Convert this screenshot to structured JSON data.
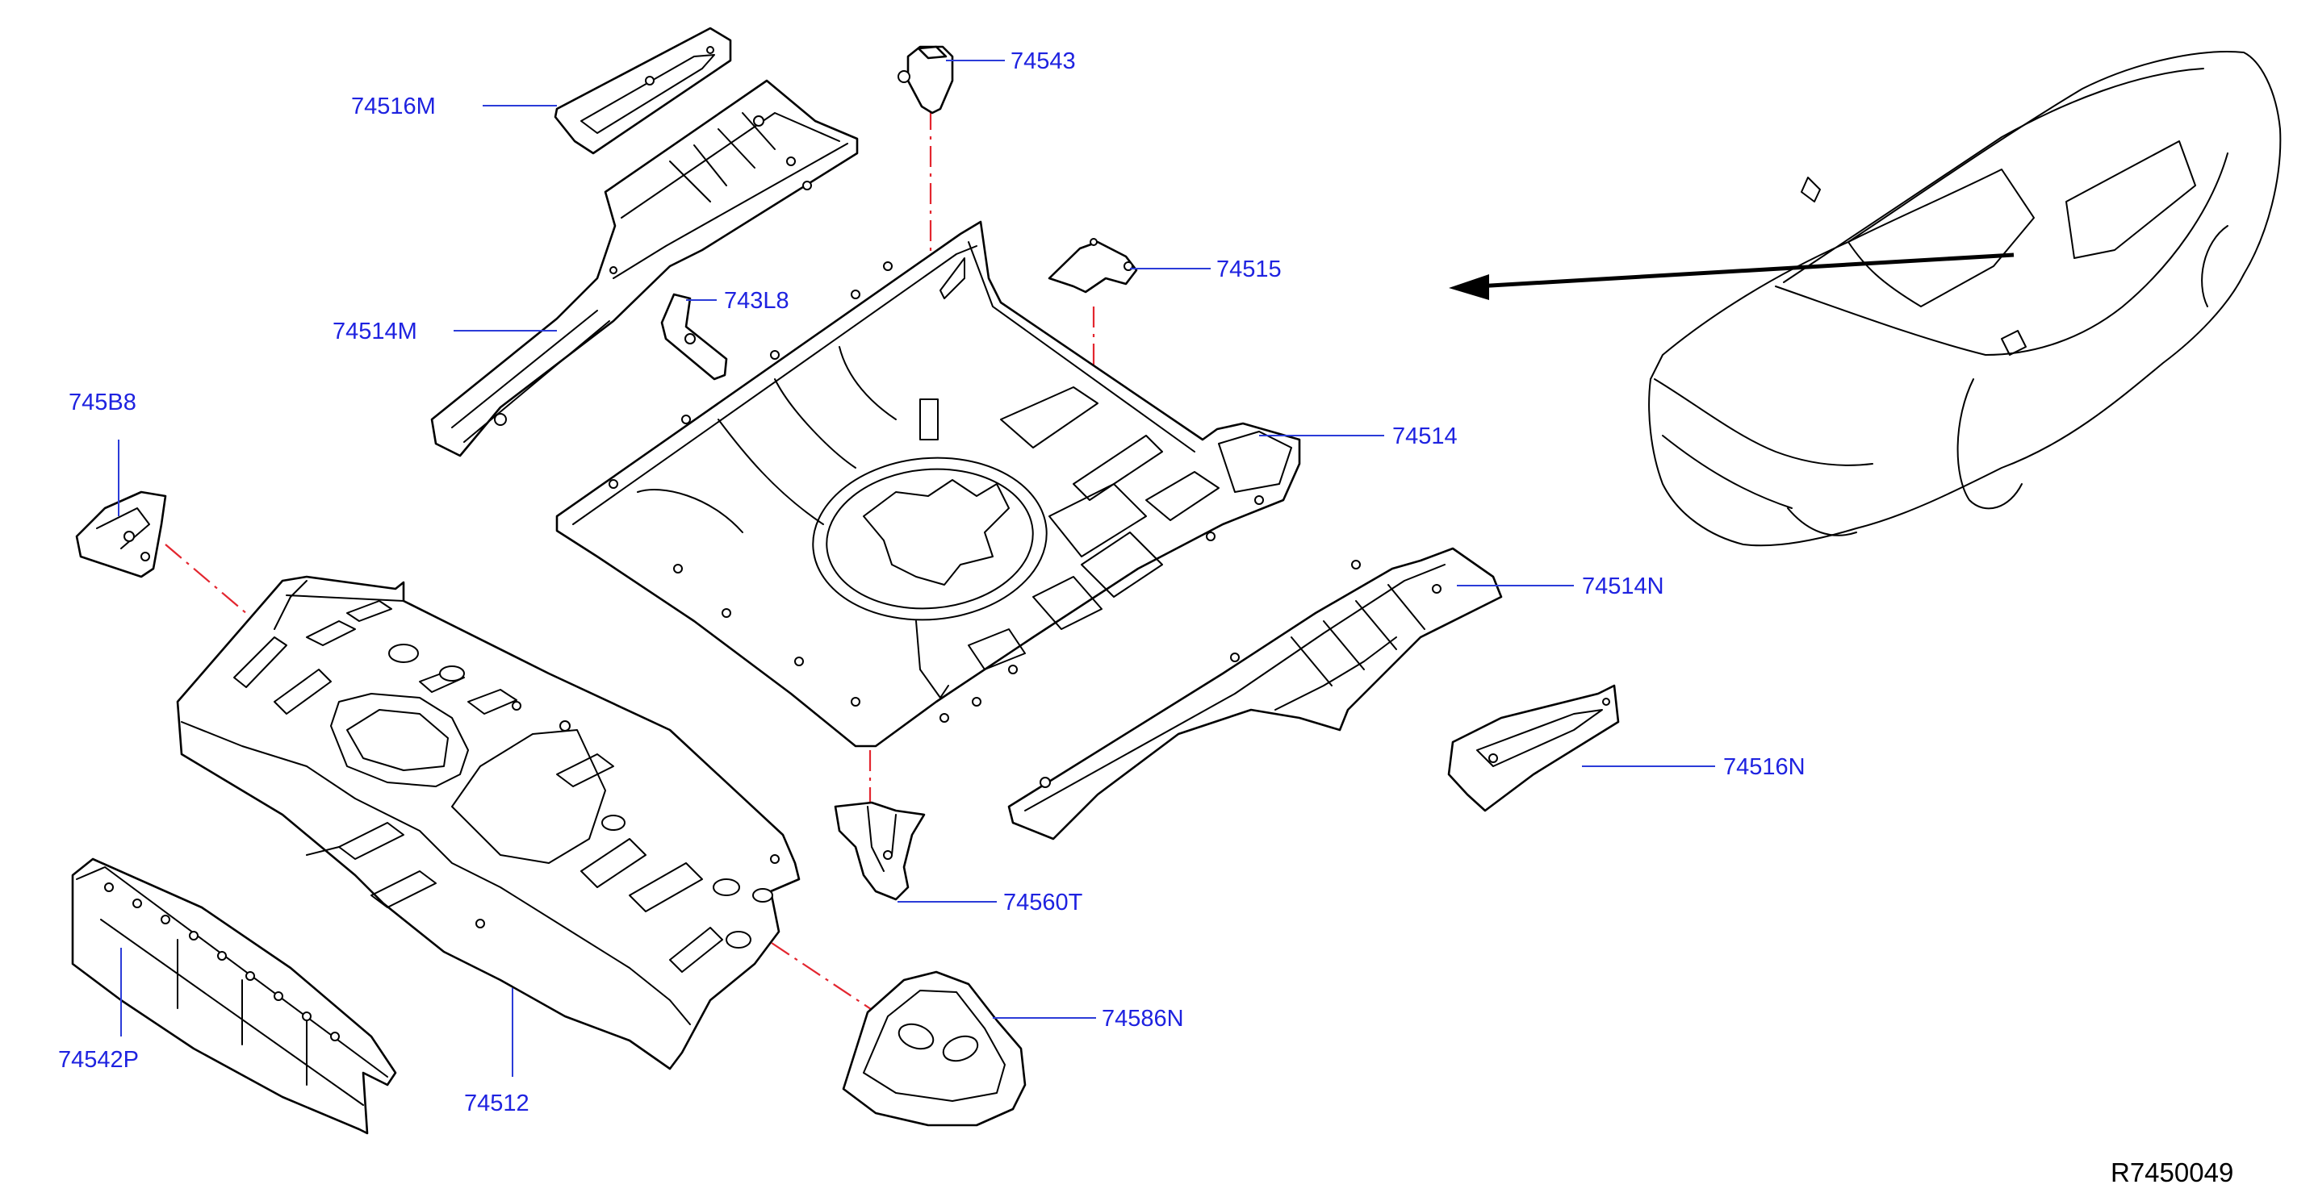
{
  "callouts": {
    "p74516M": "74516M",
    "p74514M": "74514M",
    "p743L8": "743L8",
    "p74543": "74543",
    "p74515": "74515",
    "p74514": "74514",
    "p745B8": "745B8",
    "p74514N": "74514N",
    "p74516N": "74516N",
    "p74560T": "74560T",
    "p74586N": "74586N",
    "p74542P": "74542P",
    "p74512": "74512"
  },
  "reference_code": "R7450049",
  "colors": {
    "callout_text": "#1e22e0",
    "leader_line": "#2b3cd8",
    "alignment_line": "#e3262f",
    "drawing_line": "#000000"
  }
}
